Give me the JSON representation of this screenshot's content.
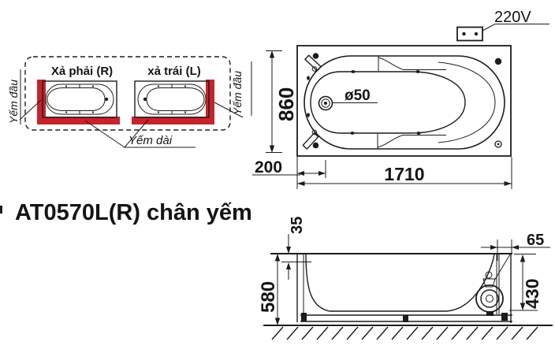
{
  "title": "AT0570L(R) chân yếm",
  "power": {
    "label": "220V"
  },
  "variant_panel": {
    "right_drain_label": "Xả phải (R)",
    "left_drain_label": "xả trái (L)",
    "apron_head_left": "Yếm đầu",
    "apron_head_right": "Yếm đầu",
    "apron_long_label": "Yếm dài"
  },
  "top_view": {
    "width_dim": "860",
    "length_dim": "1710",
    "drain_offset_dim": "200",
    "drain_diameter_dim": "ø50"
  },
  "side_view": {
    "rim_lip_dim": "35",
    "total_height_dim": "580",
    "skirt_edge_dim": "65",
    "inner_depth_dim": "430"
  },
  "colors": {
    "apron_red": "#c5242c",
    "line": "#1c1c1c"
  }
}
